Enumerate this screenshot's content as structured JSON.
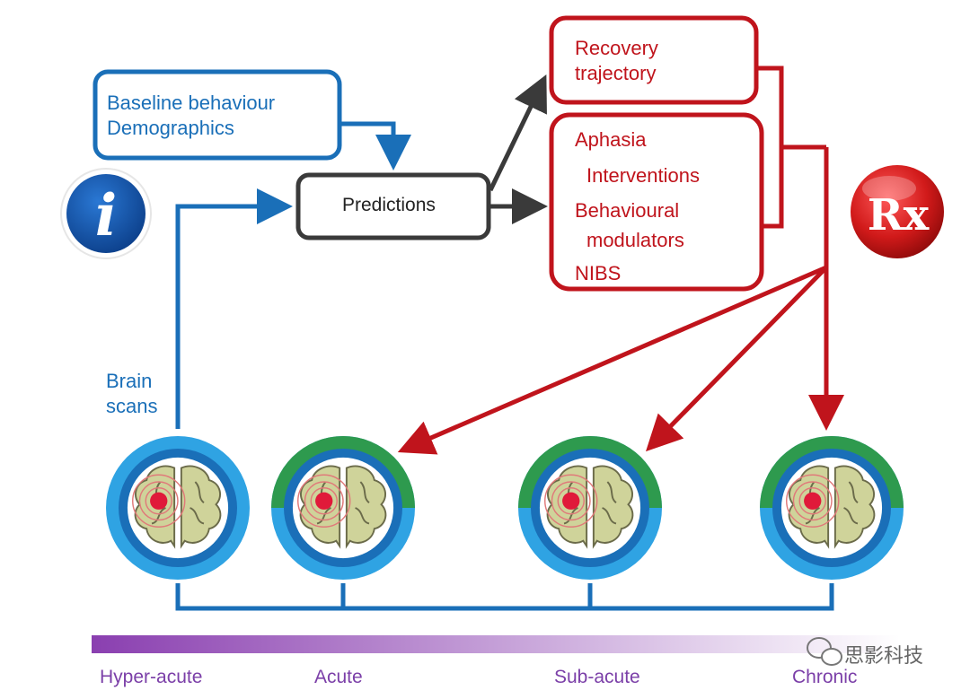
{
  "boxes": {
    "baseline": {
      "line1": "Baseline behaviour",
      "line2": "Demographics"
    },
    "predictions": "Predictions",
    "recovery": {
      "line1": "Recovery",
      "line2": "trajectory"
    },
    "interventions": {
      "aphasia": "Aphasia",
      "interventions": "Interventions",
      "behavioural": "Behavioural",
      "modulators": "modulators",
      "nibs": "NIBS"
    }
  },
  "brain_scans": {
    "line1": "Brain",
    "line2": "scans"
  },
  "icons": {
    "info": "i",
    "rx": "Rx"
  },
  "timeline": {
    "stages": [
      "Hyper-acute",
      "Acute",
      "Sub-acute",
      "Chronic"
    ]
  },
  "watermark": "思影科技",
  "colors": {
    "blue": "#1a6fb8",
    "red": "#c0141c",
    "dark": "#3a3a3a",
    "green_ring": "#2e9a4e",
    "purple": "#7b3fa8"
  }
}
